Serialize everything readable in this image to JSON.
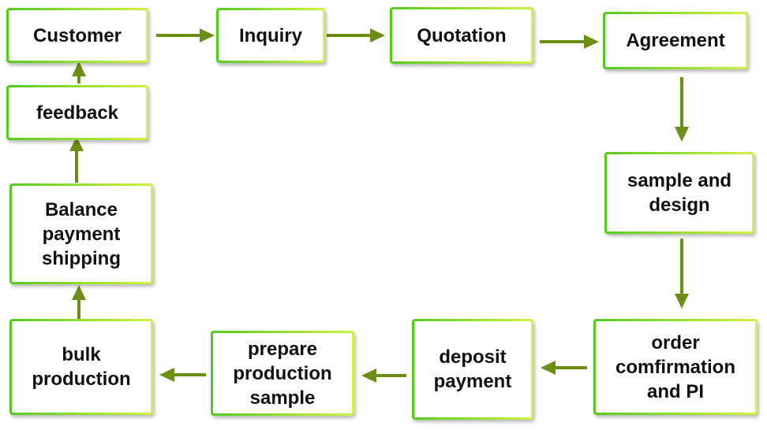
{
  "diagram": {
    "arrow_color": "#6b8f14",
    "box_border_colors": [
      "#52cc1e",
      "#d2f244"
    ],
    "nodes": {
      "customer": "Customer",
      "inquiry": "Inquiry",
      "quotation": "Quotation",
      "agreement": "Agreement",
      "sample_design": "sample and\ndesign",
      "order_confirmation": "order\ncomfirmation\nand PI",
      "deposit_payment": "deposit\npayment",
      "prepare_sample": "prepare\nproduction\nsample",
      "bulk_production": "bulk\nproduction",
      "balance_shipping": "Balance\npayment\nshipping",
      "feedback": "feedback"
    },
    "flow": [
      [
        "customer",
        "inquiry"
      ],
      [
        "inquiry",
        "quotation"
      ],
      [
        "quotation",
        "agreement"
      ],
      [
        "agreement",
        "sample_design"
      ],
      [
        "sample_design",
        "order_confirmation"
      ],
      [
        "order_confirmation",
        "deposit_payment"
      ],
      [
        "deposit_payment",
        "prepare_sample"
      ],
      [
        "prepare_sample",
        "bulk_production"
      ],
      [
        "bulk_production",
        "balance_shipping"
      ],
      [
        "balance_shipping",
        "feedback"
      ],
      [
        "feedback",
        "customer"
      ]
    ]
  }
}
